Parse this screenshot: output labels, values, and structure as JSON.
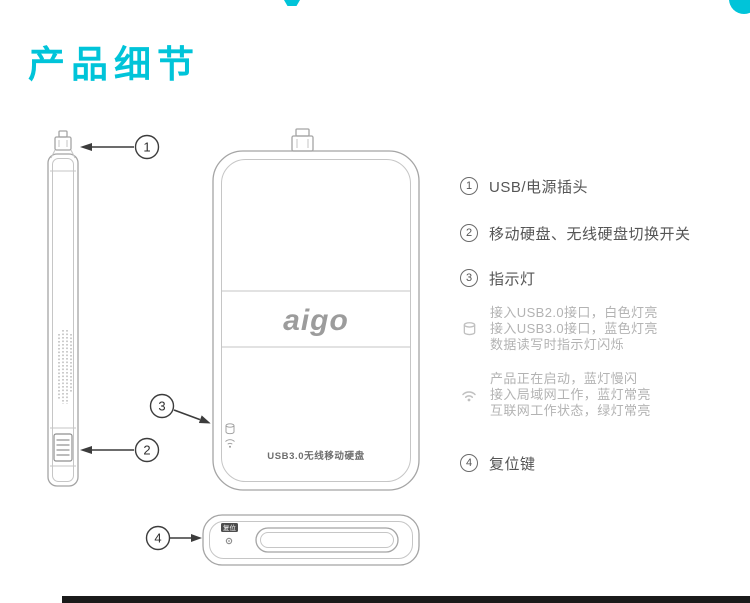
{
  "colors": {
    "accent": "#00c4d9",
    "line_art": "#a5a5a5",
    "text_primary": "#555555",
    "text_muted": "#b3b3b3"
  },
  "header": {
    "title": "产品细节"
  },
  "device": {
    "brand": "aigo",
    "front_label": "USB3.0无线移动硬盘",
    "reset_label": "复位"
  },
  "annotations": [
    {
      "num": "1",
      "label": "USB/电源插头"
    },
    {
      "num": "2",
      "label": "移动硬盘、无线硬盘切换开关"
    },
    {
      "num": "3",
      "label": "指示灯"
    },
    {
      "num": "4",
      "label": "复位键"
    }
  ],
  "notes": [
    {
      "icon": "disk-icon",
      "lines": [
        "接入USB2.0接口，白色灯亮",
        "接入USB3.0接口，蓝色灯亮",
        "数据读写时指示灯闪烁"
      ]
    },
    {
      "icon": "wifi-icon",
      "lines": [
        "产品正在启动，蓝灯慢闪",
        "接入局域网工作，蓝灯常亮",
        "互联网工作状态，绿灯常亮"
      ]
    }
  ]
}
